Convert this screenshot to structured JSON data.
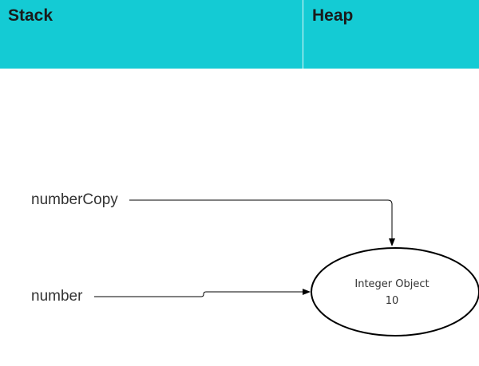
{
  "columns": {
    "stack": {
      "title": "Stack"
    },
    "heap": {
      "title": "Heap"
    }
  },
  "variables": {
    "number_copy": {
      "name": "numberCopy"
    },
    "number": {
      "name": "number"
    }
  },
  "heap_object": {
    "type_label": "Integer Object",
    "value": "10"
  },
  "colors": {
    "header_background": "#14cbd4",
    "line": "#000000"
  }
}
